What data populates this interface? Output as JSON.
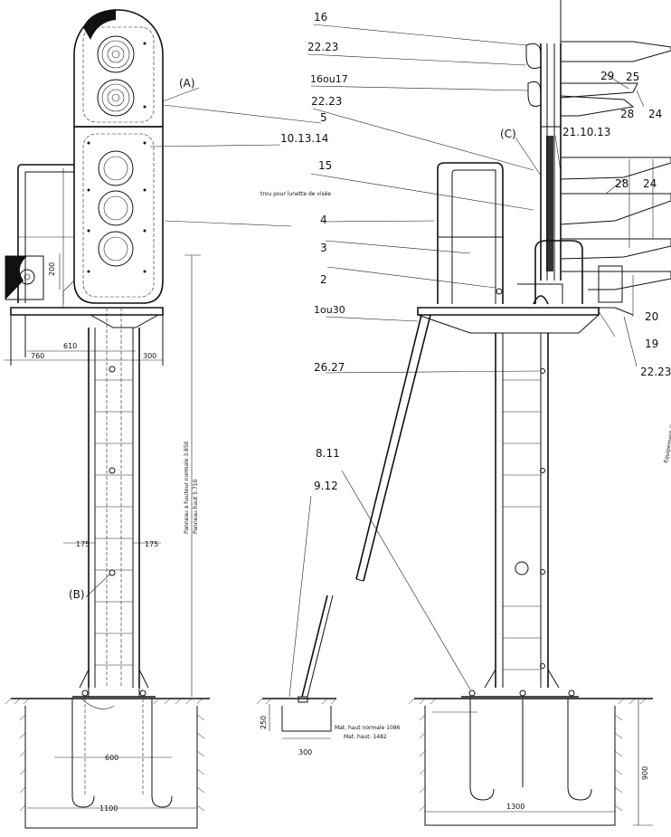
{
  "labels": {
    "a": "(A)",
    "b": "(B)",
    "c": "(C)",
    "n16": "16",
    "n22_23_top": "22.23",
    "n16ou17": "16ou17",
    "n22_23_mid": "22.23",
    "n5": "5",
    "n10_13_14": "10.13.14",
    "n15": "15",
    "n21_10_13": "21.10.13",
    "n4": "4",
    "n3": "3",
    "n2": "2",
    "n1ou30": "1ou30",
    "n26_27": "26.27",
    "n8_11": "8.11",
    "n9_12": "9.12",
    "n29": "29",
    "n25": "25",
    "n28_top": "28",
    "n24_top": "24",
    "n28_mid": "28",
    "n24_mid": "24",
    "n20": "20",
    "n19": "19",
    "n22_23_bottom": "22.23"
  },
  "dimensions": {
    "d200": "200",
    "d610": "610",
    "d760": "760",
    "d300_top": "300",
    "d175_left": "175",
    "d175_right": "175",
    "d600": "600",
    "d1100": "1100",
    "d250": "250",
    "d300_small": "300",
    "d1300": "1300",
    "d900": "900"
  },
  "notes": {
    "trou_lunette": "trou pour lunette de visée",
    "panneau_normale": "Panneau à hauteur normale 3.850",
    "panneau_haut": "Panneau haut 5.710",
    "mat_normale": "Mat. haut normale 1086",
    "mat_haut": "Mat. haut. 1482",
    "equipement": "Equipement électrique"
  }
}
